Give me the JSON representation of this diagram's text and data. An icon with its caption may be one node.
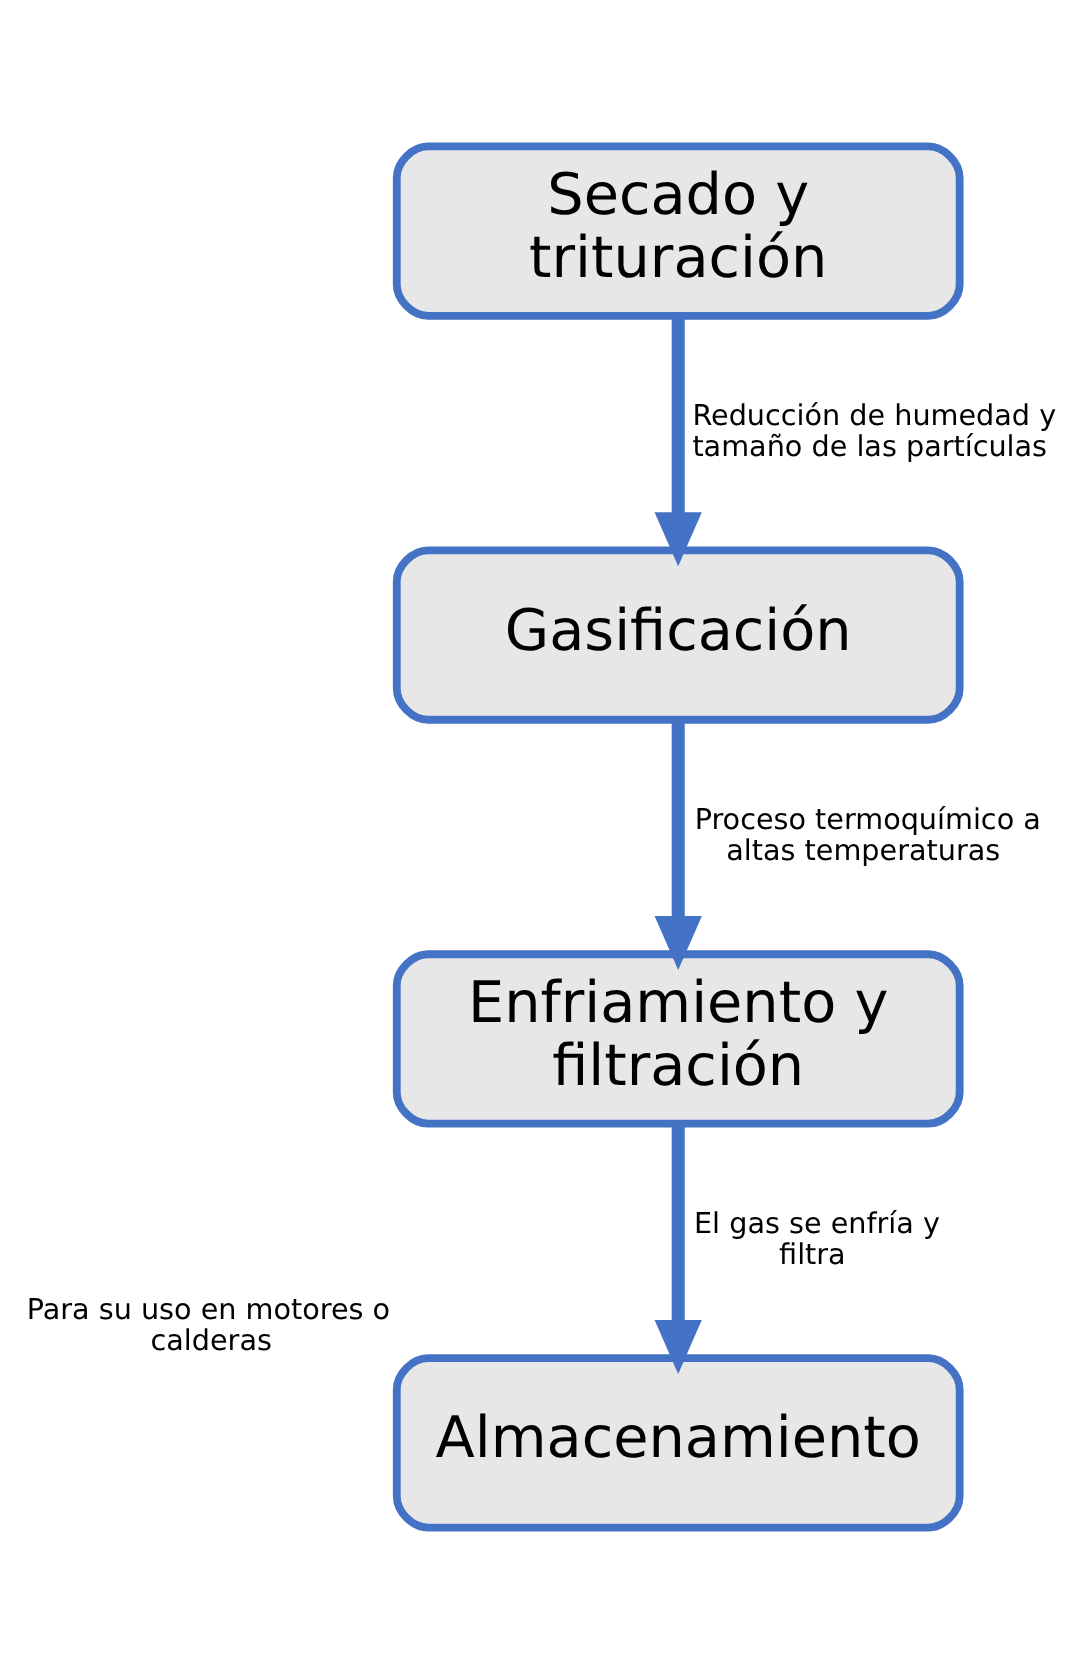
{
  "diagram": {
    "nodes": [
      {
        "text": [
          "Secado y trituración"
        ]
      },
      {
        "text": [
          "Gasificación"
        ]
      },
      {
        "text": [
          "Enfriamiento y filtración"
        ]
      },
      {
        "text": [
          "Almacenamiento"
        ],
        "beside": [
          "Para su uso en motores o calderas"
        ]
      }
    ],
    "edges": [
      {
        "from": 0,
        "to": 1,
        "arrow": "to",
        "label": "Reducción de humedad y tamaño de las partículas"
      },
      {
        "from": 1,
        "to": 2,
        "arrow": "to",
        "label": "Proceso termoquímico a altas temperaturas"
      },
      {
        "from": 2,
        "to": 3,
        "arrow": "to",
        "label": "El gas se enfría y filtra"
      }
    ]
  }
}
